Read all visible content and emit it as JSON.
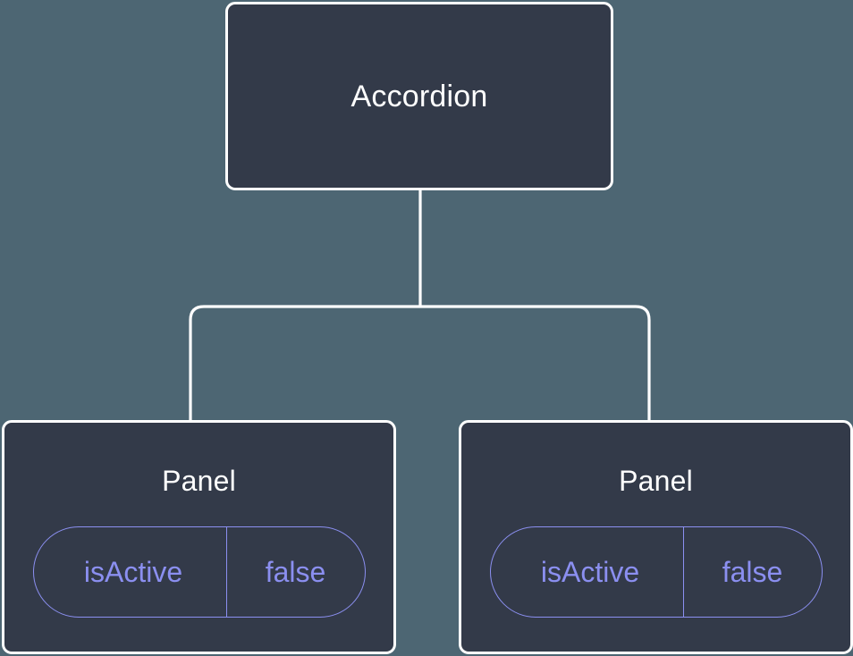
{
  "diagram": {
    "background_color": "#4d6673",
    "node_fill_color": "#333a49",
    "node_border_color": "#ffffff",
    "edge_color": "#ffffff",
    "prop_color": "#8b8ff0",
    "title_color": "#ffffff"
  },
  "root": {
    "label": "Accordion"
  },
  "children": [
    {
      "label": "Panel",
      "prop": {
        "key": "isActive",
        "value": "false"
      }
    },
    {
      "label": "Panel",
      "prop": {
        "key": "isActive",
        "value": "false"
      }
    }
  ]
}
